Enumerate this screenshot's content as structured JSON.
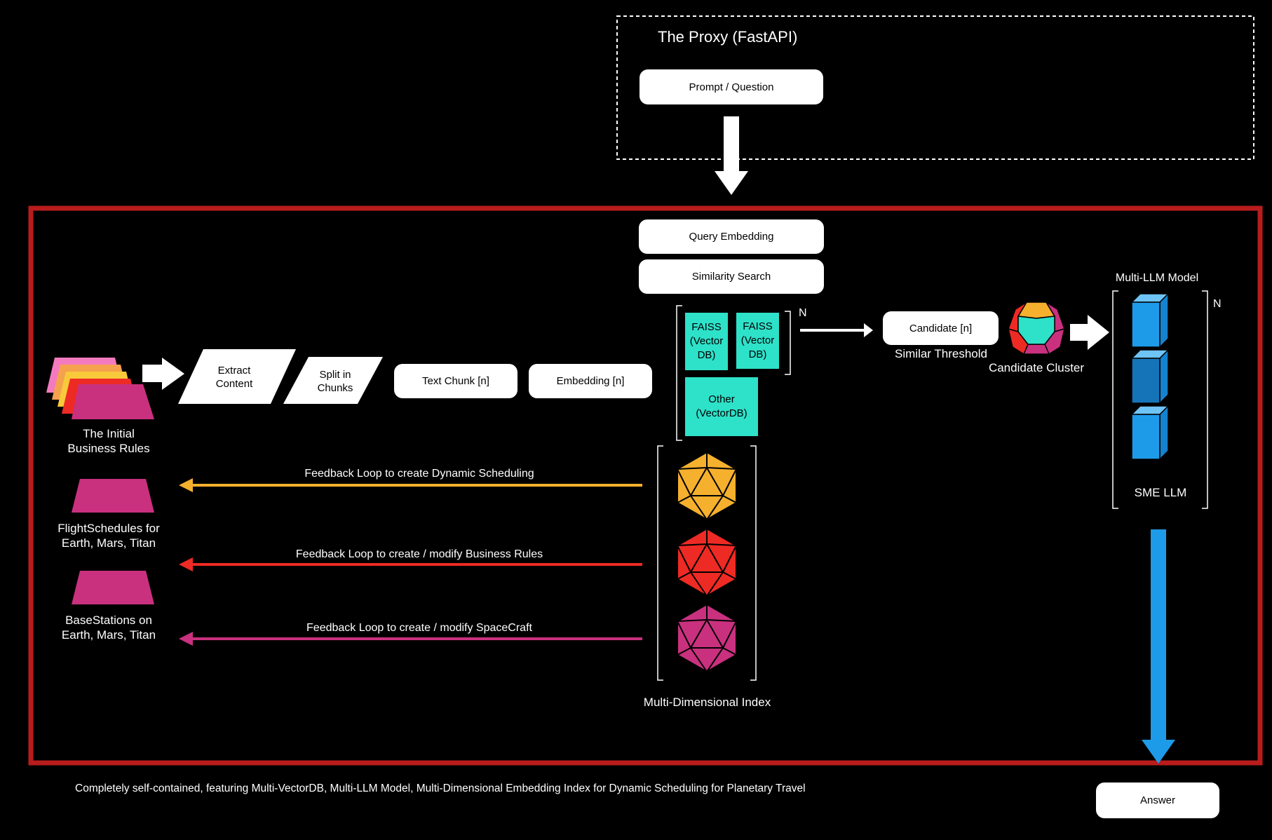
{
  "proxy": {
    "title": "The Proxy (FastAPI)",
    "prompt_label": "Prompt / Question"
  },
  "pipeline": {
    "query_embedding": "Query Embedding",
    "similarity_search": "Similarity Search",
    "extract_content": "Extract\nContent",
    "split_chunks": "Split in\nChunks",
    "text_chunk": "Text Chunk [n]",
    "embedding": "Embedding [n]"
  },
  "vectordb": {
    "faiss_1": "FAISS\n(Vector\nDB)",
    "faiss_2": "FAISS\n(Vector\nDB)",
    "other": "Other\n(VectorDB)",
    "n_label": "N"
  },
  "candidate": {
    "box_label": "Candidate [n]",
    "threshold_label": "Similar Threshold",
    "cluster_label": "Candidate Cluster"
  },
  "llm": {
    "title": "Multi-LLM Model",
    "n_label": "N",
    "sme_label": "SME LLM"
  },
  "sources": {
    "business_rules": "The Initial\nBusiness Rules",
    "flight_schedules": "FlightSchedules for\nEarth, Mars, Titan",
    "base_stations": "BaseStations on\nEarth, Mars, Titan"
  },
  "feedback": {
    "scheduling": "Feedback Loop to create Dynamic Scheduling",
    "business_rules": "Feedback Loop to create / modify Business Rules",
    "spacecraft": "Feedback Loop to create / modify SpaceCraft"
  },
  "index_label": "Multi-Dimensional Index",
  "footer": "Completely self-contained, featuring Multi-VectorDB, Multi-LLM Model, Multi-Dimensional Embedding Index for Dynamic Scheduling for Planetary Travel",
  "answer_label": "Answer",
  "colors": {
    "frame_red": "#b81c1c",
    "teal": "#2ee1c9",
    "orange": "#f5b02e",
    "red": "#ee2a24",
    "magenta": "#c9317f",
    "blue": "#1e9be8",
    "blue_dark": "#1574b8"
  }
}
